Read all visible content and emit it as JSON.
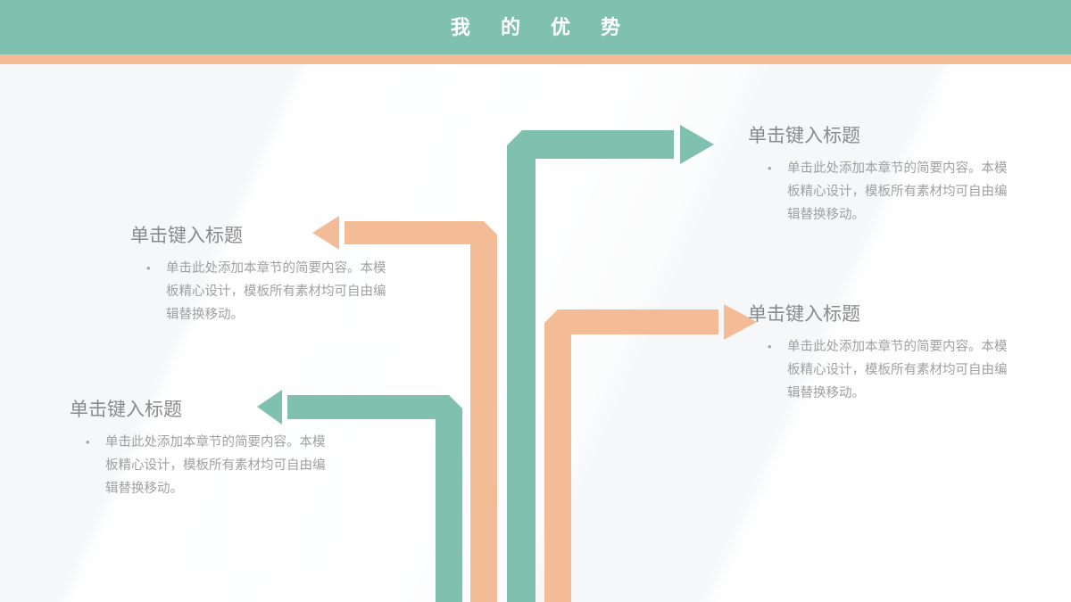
{
  "slide": {
    "header": {
      "title": "我 的 优 势",
      "band_color": "#80c0ae",
      "strip_color": "#f3bc96",
      "title_color": "#ffffff"
    },
    "background_color": "#f5f7f8",
    "palette": {
      "green": "#80c0ae",
      "orange": "#f3bc96",
      "text_title": "#8a8a8a",
      "text_body": "#a0a0a0"
    },
    "blocks": [
      {
        "id": "top-right",
        "title": "单击键入标题",
        "body": "单击此处添加本章节的简要内容。本模板精心设计，模板所有素材均可自由编辑替换移动。",
        "bullet": "•",
        "connector_color": "#80c0ae",
        "connector_direction": "right"
      },
      {
        "id": "bottom-right",
        "title": "单击键入标题",
        "body": "单击此处添加本章节的简要内容。本模板精心设计，模板所有素材均可自由编辑替换移动。",
        "bullet": "•",
        "connector_color": "#f3bc96",
        "connector_direction": "right"
      },
      {
        "id": "top-left",
        "title": "单击键入标题",
        "body": "单击此处添加本章节的简要内容。本模板精心设计，模板所有素材均可自由编辑替换移动。",
        "bullet": "•",
        "connector_color": "#f3bc96",
        "connector_direction": "left"
      },
      {
        "id": "bottom-left",
        "title": "单击键入标题",
        "body": "单击此处添加本章节的简要内容。本模板精心设计，模板所有素材均可自由编辑替换移动。",
        "bullet": "•",
        "connector_color": "#80c0ae",
        "connector_direction": "left"
      }
    ]
  }
}
